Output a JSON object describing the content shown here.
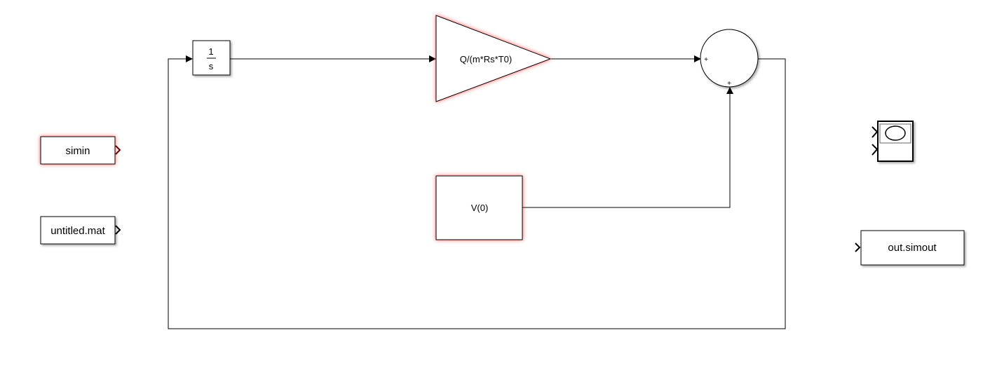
{
  "blocks": {
    "integrator": {
      "numerator": "1",
      "denominator": "s"
    },
    "gain": {
      "label": "Q/(m*Rs*T0)"
    },
    "sum": {
      "signs": [
        "+",
        "+"
      ]
    },
    "constant": {
      "label": "V(0)"
    },
    "from_workspace": {
      "label": "simin"
    },
    "from_file": {
      "label": "untitled.mat"
    },
    "to_workspace": {
      "label": "out.simout"
    }
  },
  "colors": {
    "highlight": "#e03030",
    "line": "#000000"
  }
}
